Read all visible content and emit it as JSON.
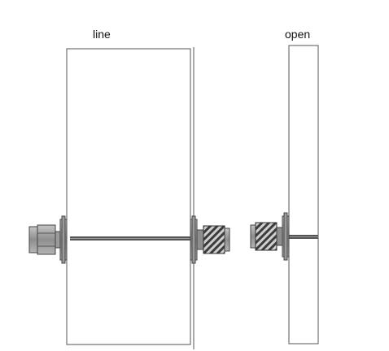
{
  "labels": {
    "line": "line",
    "open": "open"
  },
  "colors": {
    "outline": "#555555",
    "substrate": "#ffffff",
    "connector_body": "#9a9a9a",
    "connector_dark": "#6a6a6a",
    "thread_light": "#cfcfcf",
    "thread_dark": "#3c3c3c",
    "center_conductor": "#444444",
    "flange": "#a8a8a8"
  },
  "icons": {
    "male_connector": "sma-male-hex-connector",
    "female_connector": "sma-female-threaded-connector",
    "flange": "connector-flange"
  }
}
